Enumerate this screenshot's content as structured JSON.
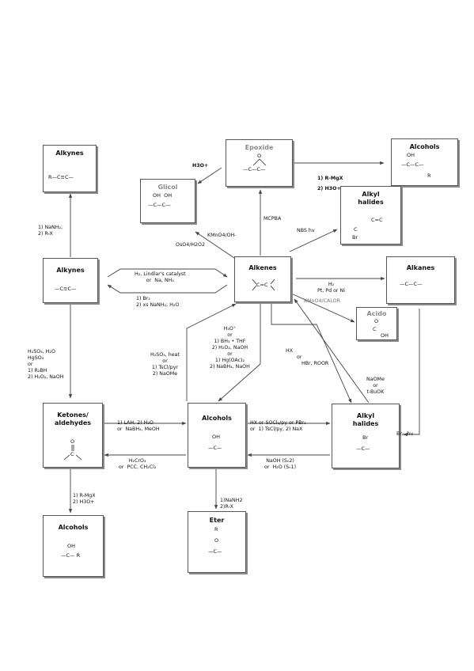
{
  "nodes": {
    "alkynes_top": {
      "title": "Alkynes",
      "structure": "R—C≡C—"
    },
    "epoxide": {
      "title": "Epoxide",
      "structure_lines": [
        "O",
        "—C—C—"
      ]
    },
    "alcohols_top_right": {
      "title": "Alcohols",
      "structure_lines": [
        "OH",
        "—C—C—",
        "R"
      ]
    },
    "glicol": {
      "title": "Glicol",
      "structure_lines": [
        "OH  OH",
        "—C—C—"
      ]
    },
    "alkyl_halides_top": {
      "title_line1": "Alkyl",
      "title_line2": "halides",
      "structure_lines": [
        "C=C",
        "C",
        "Br"
      ]
    },
    "alkynes_mid": {
      "title": "Alkynes",
      "structure": "—C≡C—"
    },
    "alkenes": {
      "title": "Alkenes",
      "structure": "C=C"
    },
    "alkanes": {
      "title": "Alkanes",
      "structure": "—C—C—"
    },
    "acido": {
      "title": "Acido",
      "structure_lines": [
        "O",
        "C",
        "OH"
      ]
    },
    "ketones": {
      "title_line1": "Ketones/",
      "title_line2": "aldehydes",
      "structure_lines": [
        "O",
        "C"
      ]
    },
    "alcohols_mid": {
      "title": "Alcohols",
      "structure_lines": [
        "OH",
        "—C—"
      ]
    },
    "alkyl_halides_mid": {
      "title_line1": "Alkyl",
      "title_line2": "halides",
      "structure_lines": [
        "Br",
        "—C—"
      ]
    },
    "alcohols_bottom": {
      "title": "Alcohols",
      "structure_lines": [
        "OH",
        "—C— R"
      ]
    },
    "eter": {
      "title": "Eter",
      "structure_lines": [
        "R",
        "O",
        "—C—"
      ]
    }
  },
  "labels": {
    "alkynes_up": [
      "1) NaNH₂;",
      "2) R-X"
    ],
    "h3o_glicol": "H3O+",
    "rmgx_epoxide": [
      "1) R-MgX",
      "2) H3O+"
    ],
    "mcpba": "MCPBA",
    "oso4": "OsO4/H2O2",
    "kmno4_oh": "KMnO4/OH-",
    "nbs_hv": "NBS hv",
    "lindlar": [
      "H₂, Lindlar's catalyst",
      "or  Na, NH₃"
    ],
    "br2_nanh2": [
      "1) Br₂",
      "2) xs NaNH₂; H₂O"
    ],
    "hydrogenation": [
      "H₂",
      "Pt, Pd or Ni"
    ],
    "kmno4_calor": "KMnO4/CALOR",
    "hydration_alkyne": [
      "H₂SO₄, H₂O",
      "HgSO₄",
      "or",
      "1) R₂BH",
      "2) H₂O₂, NaOH"
    ],
    "hydration_alkene": [
      "H₃O⁺",
      "or",
      "1) BH₃ • THF",
      "2) H₂O₂, NaOH",
      "or",
      "1) Hg(OAc)₂",
      "2) NaBH₄, NaOH"
    ],
    "dehydration": [
      "H₂SO₄, heat",
      "or",
      "1) TsCl/pyr",
      "2) NaOMe"
    ],
    "hx_hbr": [
      "HX",
      "or",
      "HBr, ROOR"
    ],
    "naome": [
      "NaOMe",
      "or",
      "t-BuOK"
    ],
    "br2_hv": "Br₂, hν",
    "reduction": [
      "1) LAH, 2) H₂O",
      "or  NaBH₄, MeOH"
    ],
    "oxidation": [
      "H₂CrO₄",
      "or  PCC, CH₂Cl₂"
    ],
    "to_halide": [
      "HX or SOCl₂/py or PBr₃",
      "or  1) TsCl/py, 2) NaX"
    ],
    "to_alcohol": [
      "NaOH (Sₙ2)",
      "or  H₂O (Sₙ1)"
    ],
    "rmgx_ketone": [
      "1) R-MgX",
      "2) H3O+"
    ],
    "nanh2_rx": [
      "1)NaNH2",
      "2)R-X"
    ]
  }
}
